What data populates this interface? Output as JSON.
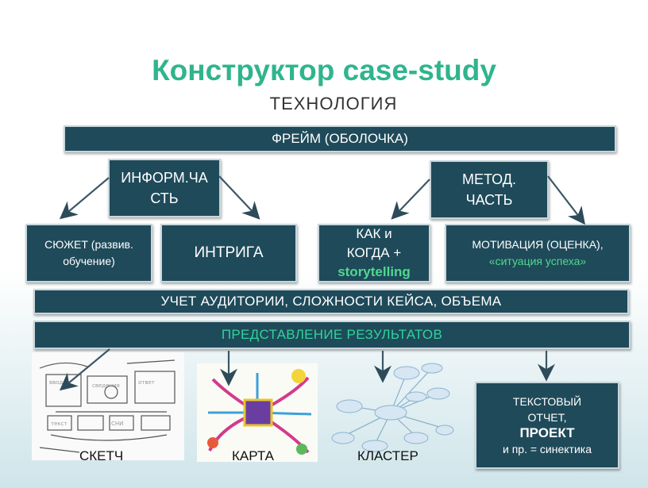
{
  "title": "Конструктор case-study",
  "subtitle": "ТЕХНОЛОГИЯ",
  "frame": "ФРЕЙМ (ОБОЛОЧКА)",
  "inform": {
    "line1": "ИНФОРМ.ЧА",
    "line2": "СТЬ"
  },
  "metod": {
    "line1": "МЕТОД.",
    "line2": "ЧАСТЬ"
  },
  "syuzhet": {
    "line1": "СЮЖЕТ (развив.",
    "line2": "обучение)"
  },
  "intriga": "ИНТРИГА",
  "kak": {
    "line1": "КАК и",
    "line2": "КОГДА +",
    "line3": "storytelling"
  },
  "motiv": {
    "line1": "МОТИВАЦИЯ (ОЦЕНКА),",
    "line2": "«ситуация успеха»"
  },
  "uchet": "УЧЕТ АУДИТОРИИ, СЛОЖНОСТИ КЕЙСА, ОБЪЕМА",
  "pred": "ПРЕДСТАВЛЕНИЕ РЕЗУЛЬТАТОВ",
  "labels": {
    "sketch": "СКЕТЧ",
    "map": "КАРТА",
    "cluster": "КЛАСТЕР"
  },
  "report": {
    "line1": "ТЕКСТОВЫЙ",
    "line2": "ОТЧЕТ,",
    "line3": "ПРОЕКТ",
    "line4": "и пр. = синектика"
  },
  "colors": {
    "box": "#1f4a5a",
    "accent_green": "#2fb58d",
    "bright_green": "#4fd98f"
  }
}
